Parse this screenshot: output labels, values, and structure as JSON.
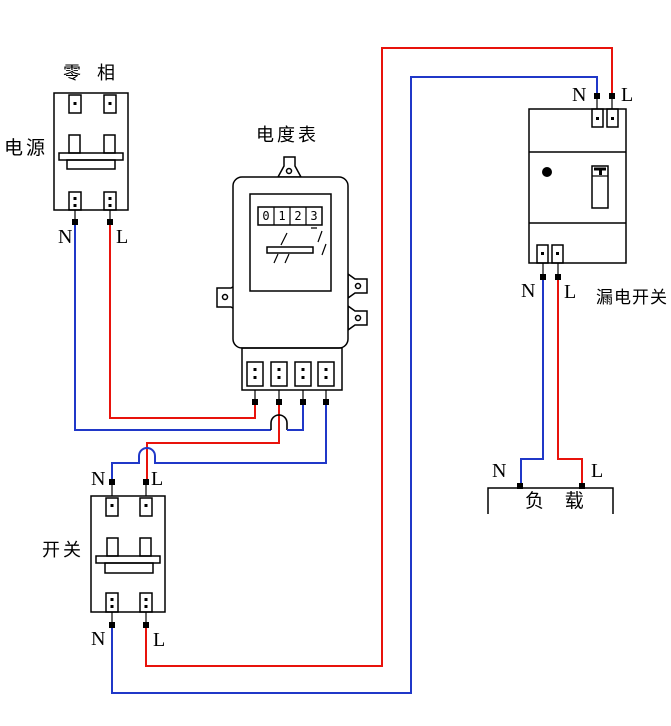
{
  "colors": {
    "background": "#ffffff",
    "line": "#000000",
    "wire_live": "#e8130c",
    "wire_neutral": "#2038c8"
  },
  "components": {
    "power_supply": {
      "label": "电源",
      "terminal_zero": "零",
      "terminal_phase": "相",
      "bottom_n": "N",
      "bottom_l": "L"
    },
    "energy_meter": {
      "label": "电度表",
      "register_digits": [
        "0",
        "1",
        "2",
        "3"
      ]
    },
    "switch": {
      "label": "开关",
      "top_n": "N",
      "top_l": "L",
      "bottom_n": "N",
      "bottom_l": "L"
    },
    "leakage_switch": {
      "label": "漏电开关",
      "top_n": "N",
      "top_l": "L",
      "bottom_n": "N",
      "bottom_l": "L"
    },
    "load": {
      "label": "负 载",
      "n": "N",
      "l": "L"
    }
  }
}
